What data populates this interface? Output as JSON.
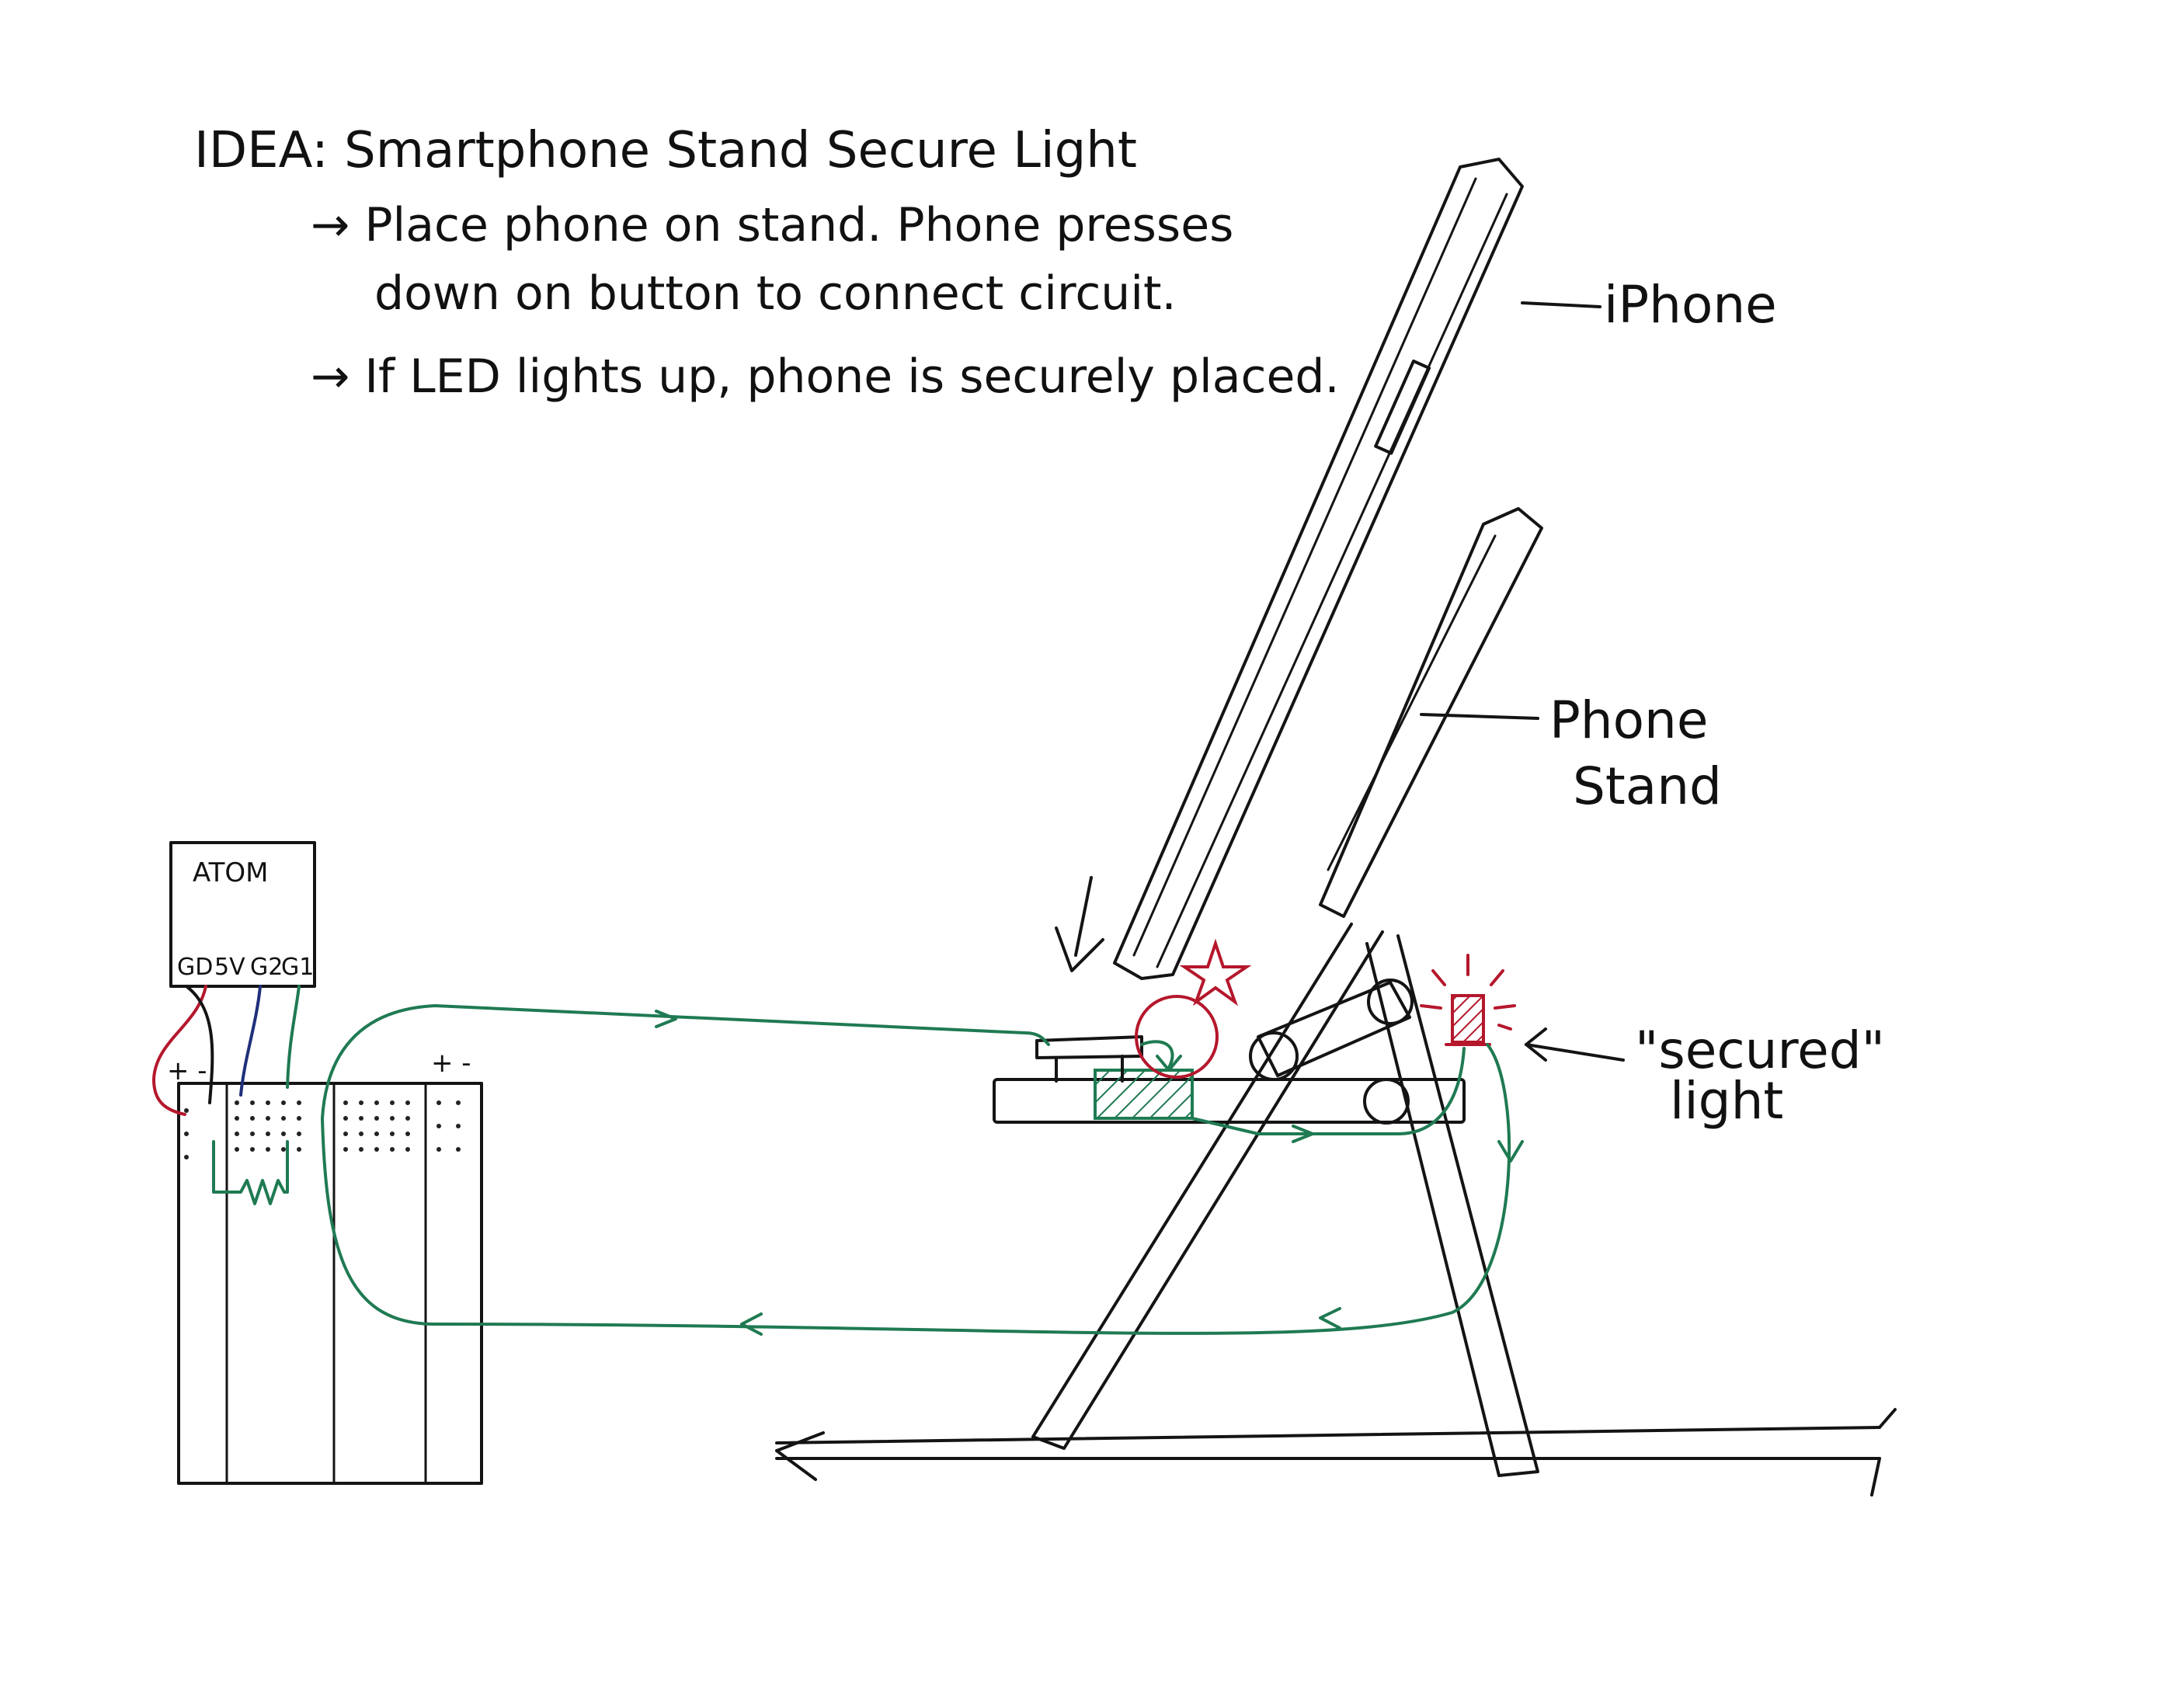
{
  "notes": {
    "title": "IDEA: Smartphone Stand Secure Light",
    "line1": "→ Place phone on stand. Phone presses",
    "line2": "down on button to connect circuit.",
    "line3": "→ If LED lights up, phone is securely placed."
  },
  "labels": {
    "iphone": "iPhone",
    "stand_line1": "Phone",
    "stand_line2": "Stand",
    "secured_line1": "\"secured\"",
    "secured_line2": "light"
  },
  "board": {
    "name": "ATOM",
    "pins": [
      "GD",
      "5V",
      "G2",
      "G1"
    ],
    "rail_left": "+ -",
    "rail_right": "+ -"
  },
  "colors": {
    "ink": "#141414",
    "wire_green": "#1f7a52",
    "accent_red": "#b5172c",
    "wire_blue": "#1f2f7a"
  }
}
